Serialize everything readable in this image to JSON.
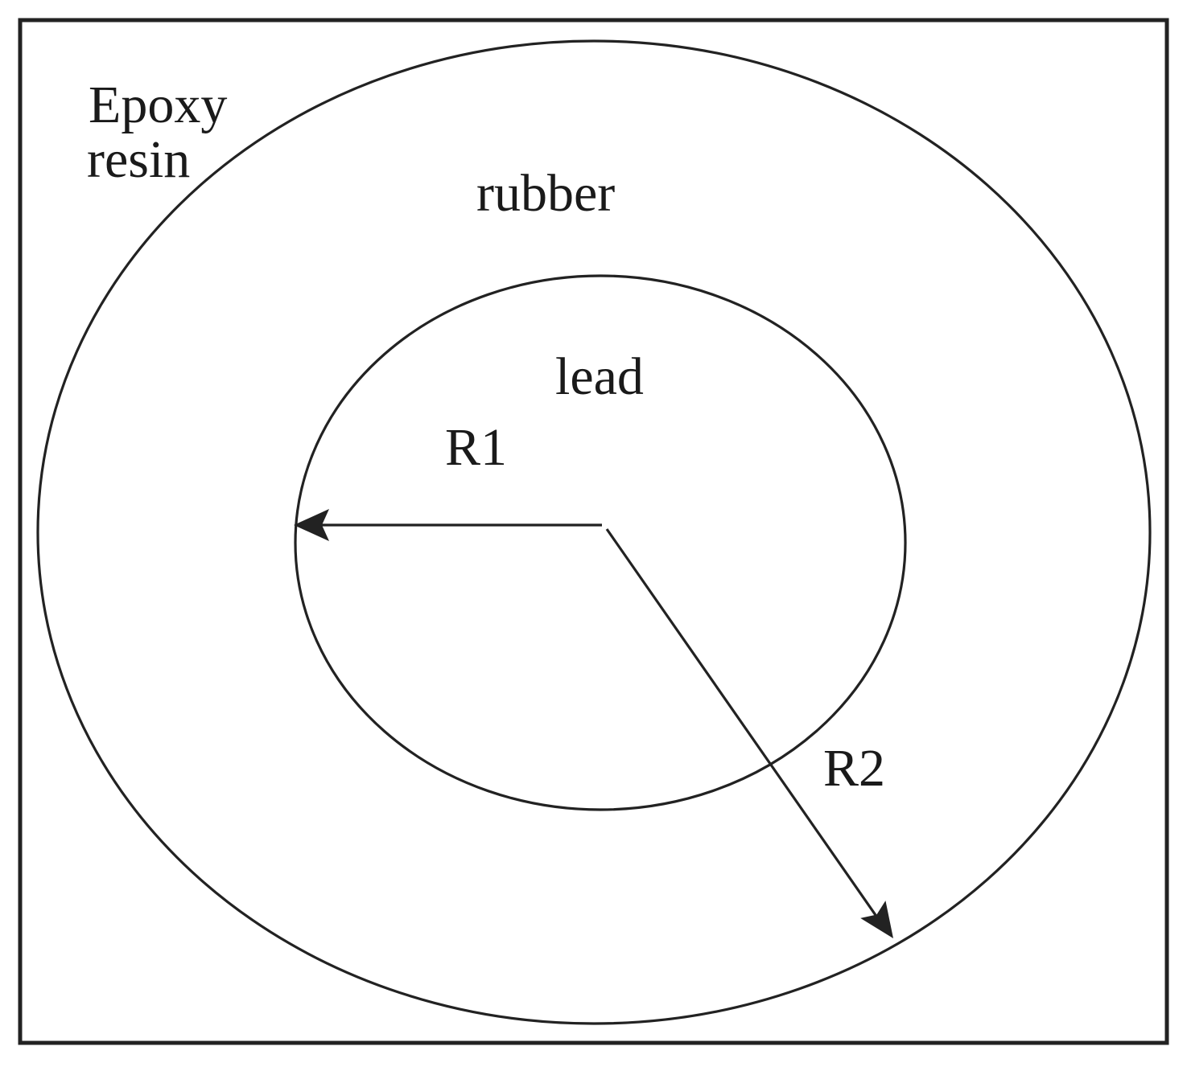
{
  "diagram": {
    "labels": {
      "epoxy_line1": "Epoxy",
      "epoxy_line2": "resin",
      "rubber": "rubber",
      "lead": "lead",
      "r1": "R1",
      "r2": "R2"
    },
    "colors": {
      "line": "#222222",
      "text": "#1a1a1a",
      "background": "#ffffff"
    }
  }
}
